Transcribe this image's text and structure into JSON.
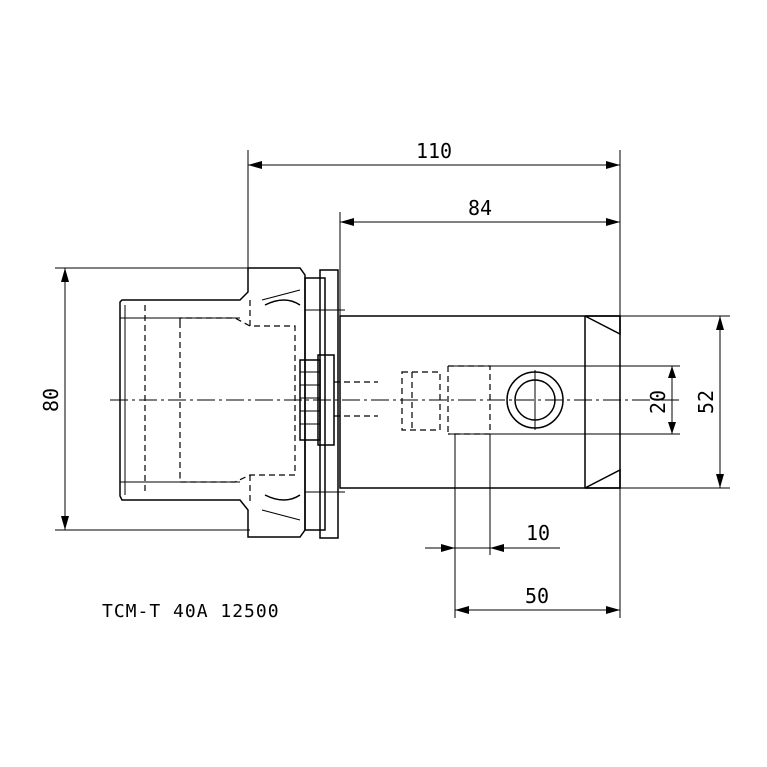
{
  "drawing": {
    "dimensions": {
      "overall_length": "110",
      "body_length": "84",
      "flange_diameter": "80",
      "body_height": "52",
      "slot_width": "20",
      "slot_offset": "10",
      "slot_length": "50"
    },
    "part_code": "TCM-T 40A 12500"
  }
}
